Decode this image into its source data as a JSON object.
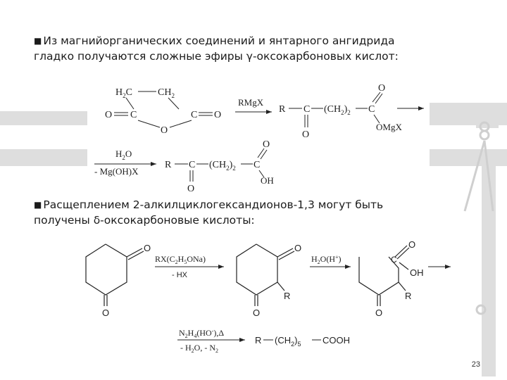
{
  "slide": {
    "bullet1": {
      "line1": "Из магнийорганических соединений и янтарного ангидрида",
      "line2": "гладко получаются сложные эфиры γ-оксокарбоновых кислот:"
    },
    "bullet2": {
      "line1": "Расщеплением 2-алкилциклогександионов-1,3  могут  быть",
      "line2": "получены δ-оксокарбоновые кислоты:"
    },
    "page_number": "23"
  },
  "scheme1": {
    "anhydride": {
      "ch2_left": "H",
      "ch2_left_sub": "2",
      "ch2_left_c": "C",
      "ch2_right": "CH",
      "ch2_right_sub": "2",
      "c": "C",
      "o": "O"
    },
    "reagent": "RMgX",
    "product1": {
      "r": "R",
      "c": "C",
      "chain_open": "(CH",
      "chain_sub": "2",
      "chain_close": ")",
      "chain_n": "2",
      "omgx": "OMgX",
      "o": "O"
    },
    "step2_reagent_top": "H",
    "step2_reagent_top_sub": "2",
    "step2_reagent_top_o": "O",
    "step2_reagent_bottom": "- Mg(OH)X",
    "product2": {
      "r": "R",
      "c": "C",
      "chain_open": "(CH",
      "chain_sub": "2",
      "chain_close": ")",
      "chain_n": "2",
      "oh": "OH",
      "o": "O"
    }
  },
  "scheme2": {
    "reagent1_top": "RX(C",
    "reagent1_top_sub1": "2",
    "reagent1_top_mid": "H",
    "reagent1_top_sub2": "5",
    "reagent1_top_end": "ONa)",
    "reagent1_bottom": "- HX",
    "reagent2_top": "H",
    "reagent2_top_sub": "2",
    "reagent2_top_end": "O(H",
    "reagent2_top_sup": "+",
    "reagent2_top_close": ")",
    "o": "O",
    "r": "R",
    "c": "C",
    "oh": "OH",
    "reagent3_top": "N",
    "reagent3_top_sub1": "2",
    "reagent3_top_mid": "H",
    "reagent3_top_sub2": "4",
    "reagent3_top_end": "(HO",
    "reagent3_top_sup": "-",
    "reagent3_top_close": "),Δ",
    "reagent3_bottom1": "- H",
    "reagent3_bottom_sub": "2",
    "reagent3_bottom2": "O, - N",
    "reagent3_bottom_sub2": "2",
    "final_r": "R",
    "final_chain": "(CH",
    "final_chain_sub": "2",
    "final_chain_close": ")",
    "final_chain_n": "5",
    "final_cooh": "COOH"
  },
  "colors": {
    "background": "#ffffff",
    "scale_decoration": "#d6d6d6",
    "text": "#1b1b1b"
  }
}
